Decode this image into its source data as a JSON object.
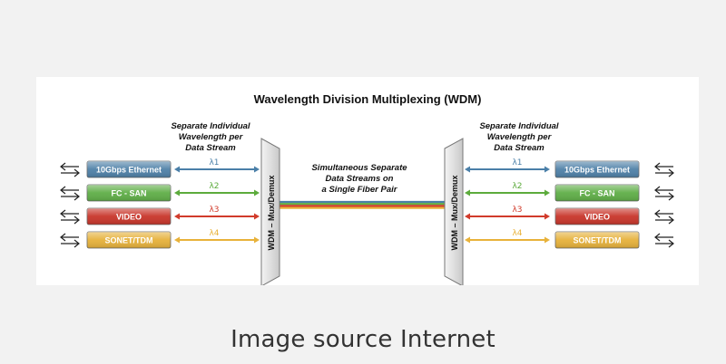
{
  "title": "Wavelength Division Multiplexing (WDM)",
  "left_note": [
    "Separate Individual",
    "Wavelength per",
    "Data Stream"
  ],
  "right_note": [
    "Separate Individual",
    "Wavelength per",
    "Data Stream"
  ],
  "center_note": [
    "Simultaneous Separate",
    "Data Streams on",
    "a Single Fiber Pair"
  ],
  "mux_label": "WDM – Mux/Demux",
  "channels": [
    {
      "label": "10Gbps Ethernet",
      "lambda": "λ1",
      "color": "#4a7fa8",
      "box_color": "#4f81a8"
    },
    {
      "label": "FC - SAN",
      "lambda": "λ2",
      "color": "#5cab3c",
      "box_color": "#5fae47"
    },
    {
      "label": "VIDEO",
      "lambda": "λ3",
      "color": "#d13b2b",
      "box_color": "#c8352a"
    },
    {
      "label": "SONET/TDM",
      "lambda": "λ4",
      "color": "#e8b23a",
      "box_color": "#e6b13b"
    }
  ],
  "caption": "Image source Internet"
}
